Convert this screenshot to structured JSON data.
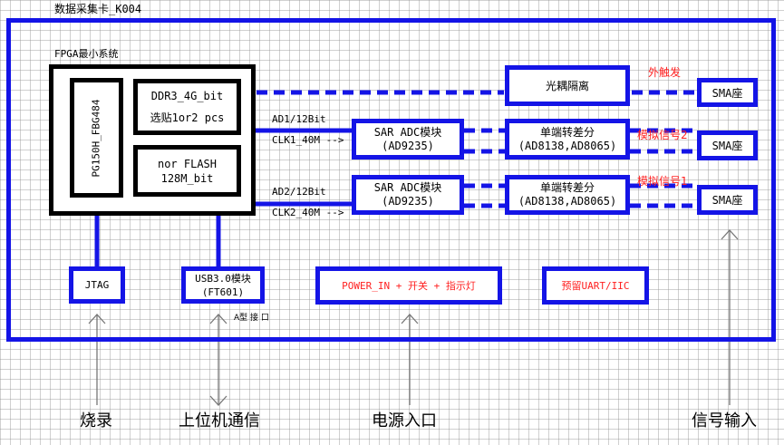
{
  "title": "数据采集卡_K004",
  "fpga": {
    "label": "FPGA最小系统",
    "chip": "PG150H_FBG484",
    "ddr": [
      "DDR3_4G_bit",
      "选贴1or2 pcs"
    ],
    "flash": [
      "nor FLASH",
      "128M_bit"
    ]
  },
  "bus": {
    "ad1": "AD1/12Bit",
    "clk1": "CLK1_40M -->",
    "ad2": "AD2/12Bit",
    "clk2": "CLK2_40M -->"
  },
  "adc1": [
    "SAR ADC模块",
    "(AD9235)"
  ],
  "adc2": [
    "SAR ADC模块",
    "(AD9235)"
  ],
  "optocoupler": "光耦隔离",
  "diff1": [
    "单端转差分",
    "(AD8138,AD8065)"
  ],
  "diff2": [
    "单端转差分",
    "(AD8138,AD8065)"
  ],
  "sma": [
    "SMA座",
    "SMA座",
    "SMA座"
  ],
  "signals": {
    "ext_trigger": "外触发",
    "analog2": "模拟信号2",
    "analog1": "模拟信号1"
  },
  "bottom": {
    "jtag": "JTAG",
    "usb": [
      "USB3.0模块",
      "(FT601)"
    ],
    "usb_port": "A型 接 口",
    "power": "POWER_IN + 开关 + 指示灯",
    "reserved": "预留UART/IIC"
  },
  "captions": {
    "burn": "烧录",
    "host": "上位机通信",
    "power": "电源入口",
    "signal_in": "信号输入"
  },
  "colors": {
    "blue": "#1414e6",
    "red": "#ff2020",
    "black": "#000000"
  }
}
